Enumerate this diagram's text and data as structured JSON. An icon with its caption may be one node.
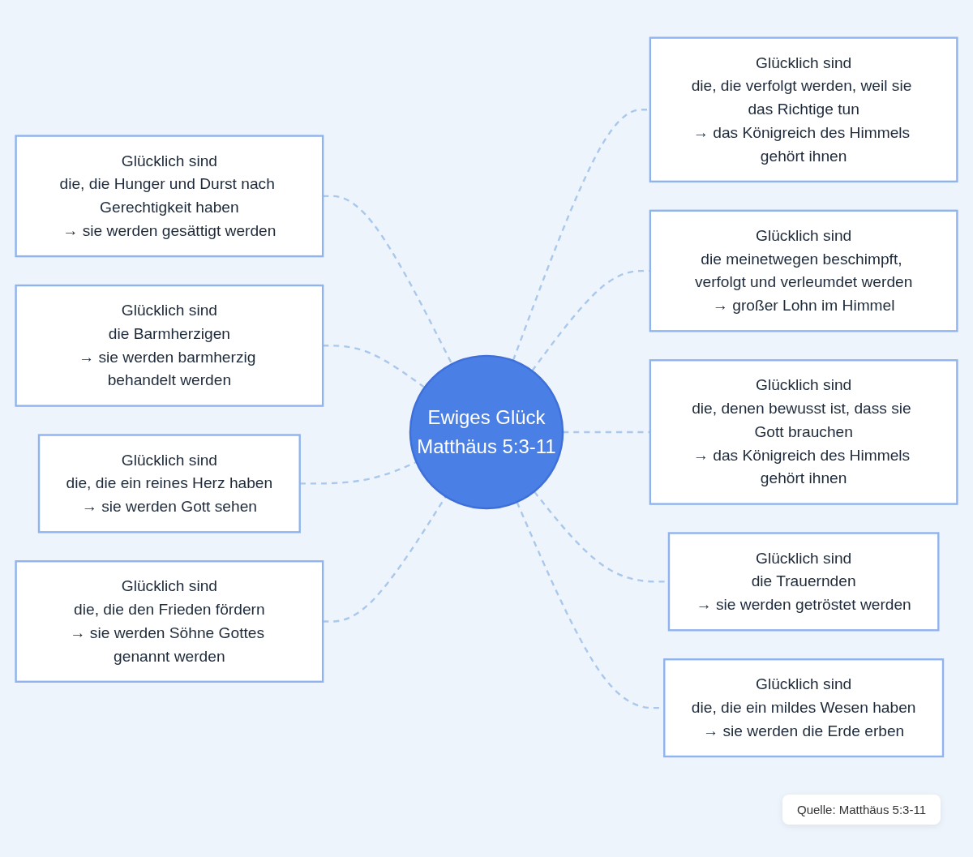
{
  "diagram": {
    "nodes": [
      {
        "text": [
          "Ewiges Glück",
          "Matthäus 5:3-11"
        ]
      },
      {
        "text": [
          "Glücklich sind",
          "die, die verfolgt werden, weil sie das Richtige tun",
          "→ das Königreich des Himmels gehört ihnen"
        ]
      },
      {
        "text": [
          "Glücklich sind",
          "die meinetwegen beschimpft, verfolgt und verleumdet werden",
          "→ großer Lohn im Himmel"
        ]
      },
      {
        "text": [
          "Glücklich sind",
          "die, denen bewusst ist, dass sie Gott brauchen",
          "→ das Königreich des Himmels gehört ihnen"
        ]
      },
      {
        "text": [
          "Glücklich sind",
          "die Trauernden",
          "→ sie werden getröstet werden"
        ]
      },
      {
        "text": [
          "Glücklich sind",
          "die, die ein mildes Wesen haben",
          "→ sie werden die Erde erben"
        ]
      },
      {
        "text": [
          "Glücklich sind",
          "die, die Hunger und Durst nach Gerechtigkeit haben",
          "→ sie werden gesättigt werden"
        ]
      },
      {
        "text": [
          "Glücklich sind",
          "die Barmherzigen",
          "→ sie werden barmherzig behandelt werden"
        ]
      },
      {
        "text": [
          "Glücklich sind",
          "die, die ein reines Herz haben",
          "→ sie werden Gott sehen"
        ]
      },
      {
        "text": [
          "Glücklich sind",
          "die, die den Frieden fördern",
          "→ sie werden Söhne Gottes genannt werden"
        ]
      }
    ],
    "edges": [
      {
        "from": 0,
        "to": 1,
        "arrow": "none",
        "style": "dashed"
      },
      {
        "from": 0,
        "to": 2,
        "arrow": "none",
        "style": "dashed"
      },
      {
        "from": 0,
        "to": 3,
        "arrow": "none",
        "style": "dashed"
      },
      {
        "from": 0,
        "to": 4,
        "arrow": "none",
        "style": "dashed"
      },
      {
        "from": 0,
        "to": 5,
        "arrow": "none",
        "style": "dashed"
      },
      {
        "from": 6,
        "to": 0,
        "arrow": "none",
        "style": "dashed"
      },
      {
        "from": 7,
        "to": 0,
        "arrow": "none",
        "style": "dashed"
      },
      {
        "from": 8,
        "to": 0,
        "arrow": "none",
        "style": "dashed"
      },
      {
        "from": 9,
        "to": 0,
        "arrow": "none",
        "style": "dashed"
      }
    ],
    "labels": [
      "Quelle: Matthäus 5:3-11"
    ]
  }
}
